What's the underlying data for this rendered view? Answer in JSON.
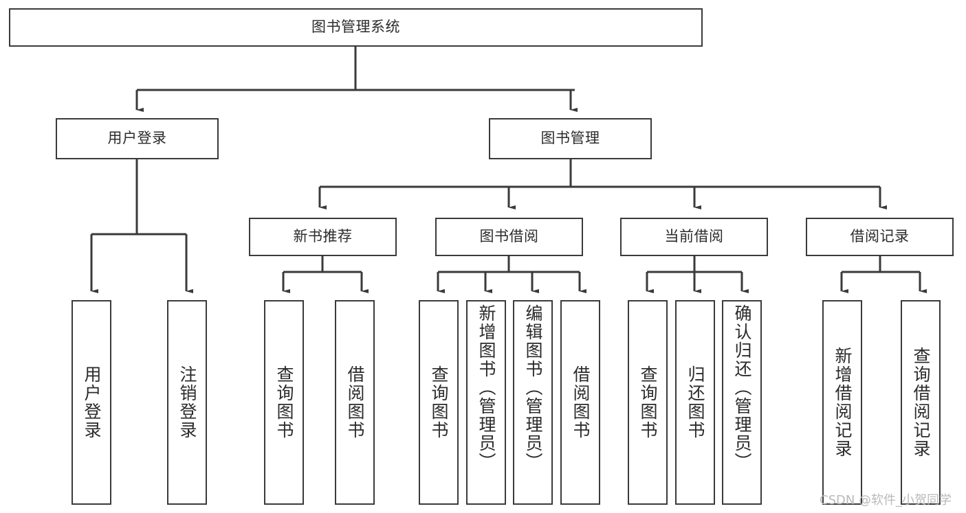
{
  "diagram": {
    "title": "图书管理系统",
    "type": "hierarchy-tree",
    "root": {
      "id": "root",
      "label": "图书管理系统"
    },
    "level1": [
      {
        "id": "user-login",
        "label": "用户登录"
      },
      {
        "id": "book-manage",
        "label": "图书管理"
      }
    ],
    "level2": [
      {
        "id": "new-book-rec",
        "label": "新书推荐",
        "parent": "book-manage"
      },
      {
        "id": "book-borrow",
        "label": "图书借阅",
        "parent": "book-manage"
      },
      {
        "id": "current-borrow",
        "label": "当前借阅",
        "parent": "book-manage"
      },
      {
        "id": "borrow-record",
        "label": "借阅记录",
        "parent": "book-manage"
      }
    ],
    "leaves": {
      "user_login": [
        {
          "id": "leaf-user-login",
          "label": "用户登录"
        },
        {
          "id": "leaf-user-logout",
          "label": "注销登录"
        }
      ],
      "new_book_rec": [
        {
          "id": "leaf-query-book-1",
          "label": "查询图书"
        },
        {
          "id": "leaf-borrow-book-1",
          "label": "借阅图书"
        }
      ],
      "book_borrow": [
        {
          "id": "leaf-query-book-2",
          "label": "查询图书"
        },
        {
          "id": "leaf-add-book",
          "label": "新增图书（管理员）"
        },
        {
          "id": "leaf-edit-book",
          "label": "编辑图书（管理员）"
        },
        {
          "id": "leaf-borrow-book-2",
          "label": "借阅图书"
        }
      ],
      "current_borrow": [
        {
          "id": "leaf-query-book-3",
          "label": "查询图书"
        },
        {
          "id": "leaf-return-book",
          "label": "归还图书"
        },
        {
          "id": "leaf-confirm-return",
          "label": "确认归还（管理员）"
        }
      ],
      "borrow_record": [
        {
          "id": "leaf-add-record",
          "label": "新增借阅记录"
        },
        {
          "id": "leaf-query-record",
          "label": "查询借阅记录"
        }
      ]
    }
  },
  "watermark": {
    "text": "CSDN @软件_小贺同学"
  },
  "colors": {
    "border": "#3a3a3a",
    "text": "#2b2b2b",
    "background": "#ffffff",
    "watermark": "#b9b9b9"
  }
}
